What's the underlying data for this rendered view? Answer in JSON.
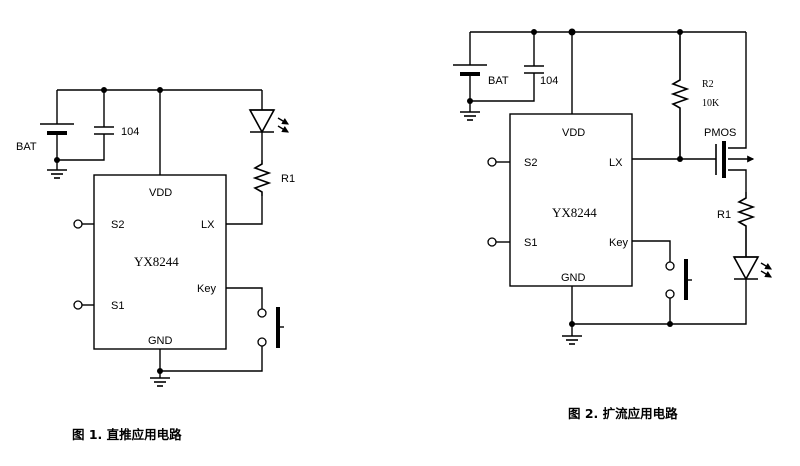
{
  "fig1": {
    "chip_name": "YX8244",
    "pins": {
      "vdd": "VDD",
      "s2": "S2",
      "s1": "S1",
      "lx": "LX",
      "key": "Key",
      "gnd": "GND"
    },
    "battery_label": "BAT",
    "capacitor_label": "104",
    "resistor_label": "R1",
    "caption": "图 1.  直推应用电路"
  },
  "fig2": {
    "chip_name": "YX8244",
    "pins": {
      "vdd": "VDD",
      "s2": "S2",
      "s1": "S1",
      "lx": "LX",
      "key": "Key",
      "gnd": "GND"
    },
    "battery_label": "BAT",
    "capacitor_label": "104",
    "r2_label": "R2",
    "r2_value": "10K",
    "mosfet_label": "PMOS",
    "r1_label": "R1",
    "caption": "图 2.  扩流应用电路"
  }
}
